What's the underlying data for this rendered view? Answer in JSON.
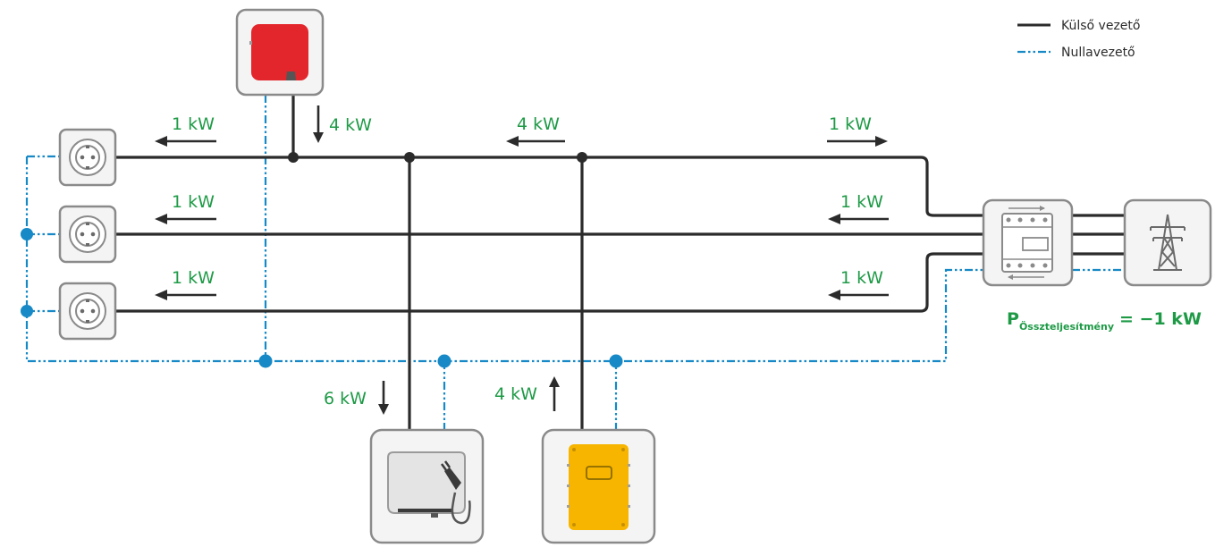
{
  "legend": {
    "phase_label": "Külső vezető",
    "neutral_label": "Nullavezető"
  },
  "flows": {
    "pv_inverter": "4 kW",
    "load_1": "1 kW",
    "load_2": "1 kW",
    "load_3": "1 kW",
    "bus_middle": "4 kW",
    "grid_l1": "1 kW",
    "grid_l2": "1 kW",
    "grid_l3": "1 kW",
    "ev_charger": "6 kW",
    "battery_inverter": "4 kW"
  },
  "total": {
    "symbol": "P",
    "subscript": "Összteljesítmény",
    "value": "= −1 kW"
  },
  "colors": {
    "phase": "#2b2b2b",
    "neutral": "#1689c6",
    "flow_text": "#1e9a46",
    "pv_inverter": "#e3262b",
    "battery_inverter": "#f7b500"
  },
  "icons": [
    "pv-inverter-icon",
    "socket-icon",
    "energy-meter-icon",
    "power-pylon-icon",
    "ev-charger-icon",
    "battery-inverter-icon"
  ]
}
